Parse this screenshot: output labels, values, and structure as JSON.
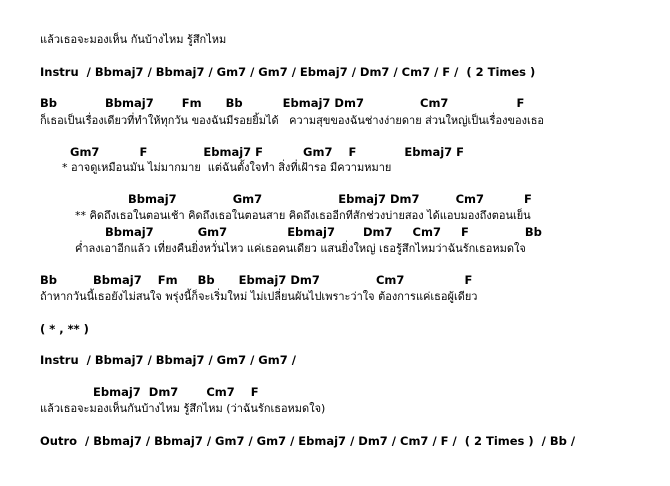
{
  "lines": [
    {
      "id": "intro-lyric",
      "kind": "lyric",
      "text": "แล้วเธอจะมองเห็น กันบ้างไหม รู้สึกไหม"
    },
    {
      "id": "instru-1",
      "kind": "chord",
      "text": "Instru  / Bbmaj7 / Bbmaj7 / Gm7 / Gm7 / Ebmaj7 / Dm7 / Cm7 / F /  ( 2 Times )"
    },
    {
      "id": "verse1-chords",
      "kind": "chord",
      "text": "Bb            Bbmaj7       Fm      Bb          Ebmaj7 Dm7              Cm7                 F"
    },
    {
      "id": "verse1-lyric",
      "kind": "lyric",
      "text": "ก็เธอเป็นเรื่องเดียวที่ทำให้ทุกวัน ของฉันมีรอยยิ้มได้   ความสุขของฉันช่างง่ายดาย ส่วนใหญ่เป็นเรื่องของเธอ"
    },
    {
      "id": "verse2-chords",
      "kind": "chord",
      "text": "Gm7          F              Ebmaj7 F          Gm7    F            Ebmaj7 F"
    },
    {
      "id": "verse2-lyric",
      "kind": "lyric",
      "text": "* อาจดูเหมือนมัน ไม่มากมาย  แต่ฉันตั้งใจทำ สิ่งที่เฝ้ารอ มีความหมาย"
    },
    {
      "id": "hook1-chords",
      "kind": "chord",
      "text": "Bbmaj7              Gm7                   Ebmaj7 Dm7         Cm7          F"
    },
    {
      "id": "hook1-lyric",
      "kind": "lyric",
      "text": "** คิดถึงเธอในตอนเช้า คิดถึงเธอในตอนสาย คิดถึงเธออีกทีสักช่วงบ่ายสอง ได้แอบมองถึงตอนเย็น"
    },
    {
      "id": "hook2-chords",
      "kind": "chord",
      "text": "Bbmaj7           Gm7               Ebmaj7       Dm7     Cm7     F              Bb"
    },
    {
      "id": "hook2-lyric",
      "kind": "lyric",
      "text": "ค่ำลงเอาอีกแล้ว เที่ยงคืนยิ่งหวั่นไหว แค่เธอคนเดียว แสนยิ่งใหญ่ เธอรู้สึกไหมว่าฉันรักเธอหมดใจ"
    },
    {
      "id": "verse3-chords",
      "kind": "chord",
      "text": "Bb         Bbmaj7    Fm     Bb      Ebmaj7 Dm7              Cm7               F"
    },
    {
      "id": "verse3-lyric",
      "kind": "lyric",
      "text": "ถ้าหากวันนี้เธอยังไม่สนใจ พรุ่งนี้ก็จะเริ่มใหม่ ไม่เปลี่ยนผันไปเพราะว่าใจ ต้องการแค่เธอผู้เดียว"
    },
    {
      "id": "repeat",
      "kind": "chord",
      "text": "( * , ** )"
    },
    {
      "id": "instru-2",
      "kind": "chord",
      "text": "Instru  / Bbmaj7 / Bbmaj7 / Gm7 / Gm7 /"
    },
    {
      "id": "ending-chords",
      "kind": "chord",
      "text": "Ebmaj7  Dm7       Cm7    F"
    },
    {
      "id": "ending-lyric",
      "kind": "lyric",
      "text": "แล้วเธอจะมองเห็นกันบ้างไหม รู้สึกไหม (ว่าฉันรักเธอหมดใจ)"
    },
    {
      "id": "outro",
      "kind": "chord",
      "text": "Outro  / Bbmaj7 / Bbmaj7 / Gm7 / Gm7 / Ebmaj7 / Dm7 / Cm7 / F /  ( 2 Times )  / Bb /"
    }
  ]
}
